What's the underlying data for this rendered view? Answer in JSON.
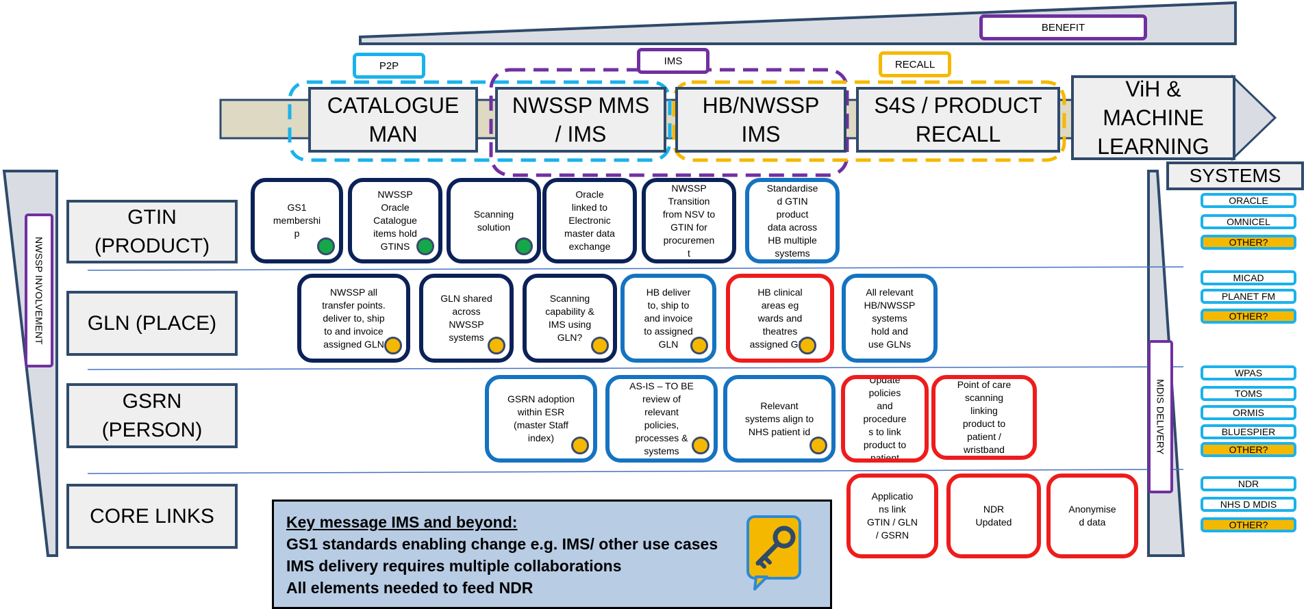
{
  "benefit_label": "BENEFIT",
  "phase_tags": {
    "p2p": "P2P",
    "ims": "IMS",
    "recall": "RECALL"
  },
  "stages": [
    {
      "line1": "CATALOGUE",
      "line2": "MAN"
    },
    {
      "line1": "NWSSP MMS",
      "line2": "/ IMS"
    },
    {
      "line1": "HB/NWSSP",
      "line2": "IMS"
    },
    {
      "line1": "S4S / PRODUCT",
      "line2": "RECALL"
    },
    {
      "line1": "ViH &",
      "line2": "MACHINE",
      "line3": "LEARNING"
    }
  ],
  "systems_title": "SYSTEMS",
  "involvement_label": "NWSSP INVOLVEMENT",
  "delivery_label": "MDIS DELIVERY",
  "rows": {
    "gtin": {
      "line1": "GTIN",
      "line2": "(PRODUCT)"
    },
    "gln": {
      "line1": "GLN (PLACE)"
    },
    "gsrn": {
      "line1": "GSRN",
      "line2": "(PERSON)"
    },
    "core": {
      "line1": "CORE LINKS"
    }
  },
  "gtin_cards": [
    [
      "GS1",
      "membershi",
      "p"
    ],
    [
      "NWSSP",
      "Oracle",
      "Catalogue",
      "items hold",
      "GTINS"
    ],
    [
      "Scanning",
      "solution"
    ],
    [
      "Oracle",
      "linked to",
      "Electronic",
      "master data",
      "exchange"
    ],
    [
      "NWSSP",
      "Transition",
      "from NSV to",
      "GTIN for",
      "procuremen",
      "t"
    ],
    [
      "Standardise",
      "d GTIN",
      "product",
      "data across",
      "HB multiple",
      "systems"
    ]
  ],
  "gln_cards": [
    [
      "NWSSP  all",
      "transfer points.",
      "deliver to, ship",
      "to and invoice",
      "assigned GLN"
    ],
    [
      "GLN shared",
      "across",
      "NWSSP",
      "systems"
    ],
    [
      "Scanning",
      "capability &",
      "IMS using",
      "GLN?"
    ],
    [
      "HB deliver",
      "to, ship to",
      "and invoice",
      "to assigned",
      "GLN"
    ],
    [
      "HB clinical",
      "areas eg",
      "wards and",
      "theatres",
      "assigned GLN"
    ],
    [
      "All relevant",
      "HB/NWSSP",
      "systems",
      "hold and",
      "use GLNs"
    ]
  ],
  "gsrn_cards": [
    [
      "GSRN adoption",
      "within ESR",
      "(master Staff",
      "index)"
    ],
    [
      "AS-IS – TO BE",
      "review of",
      "relevant",
      "policies,",
      "processes &",
      "systems"
    ],
    [
      "Relevant",
      "systems align to",
      "NHS patient id"
    ],
    [
      "Update",
      "policies",
      "and",
      "procedure",
      "s to link",
      "product to",
      "patient"
    ],
    [
      "Point of care",
      "scanning",
      "linking",
      "product to",
      "patient /",
      "wristband"
    ]
  ],
  "core_cards": [
    [
      "Applicatio",
      "ns link",
      "GTIN / GLN",
      "/ GSRN"
    ],
    [
      "NDR",
      "Updated"
    ],
    [
      "Anonymise",
      "d data"
    ]
  ],
  "systems": {
    "group1": [
      "ORACLE",
      "OMNICEL",
      "OTHER?"
    ],
    "group2": [
      "MICAD",
      "PLANET FM",
      "OTHER?"
    ],
    "group3": [
      "WPAS",
      "TOMS",
      "ORMIS",
      "BLUESPIER",
      "OTHER?"
    ],
    "group4": [
      "NDR",
      "NHS D MDIS",
      "OTHER?"
    ]
  },
  "key_message": {
    "heading": "Key message IMS and beyond:",
    "line1": "GS1 standards enabling change e.g. IMS/ other use cases",
    "line2": "IMS delivery requires multiple collaborations",
    "line3": "All elements needed to feed NDR"
  },
  "colors": {
    "navy": "#0b2158",
    "blue": "#1573c1",
    "red": "#ee1c1c",
    "cyan": "#1ab2ec",
    "purple": "#7030a0",
    "amber": "#f5b800",
    "green": "#14a84a",
    "stage_border": "#2f4a6b",
    "key_bg": "#b8cce4",
    "wedge": "#d9dde3"
  },
  "icons": {
    "key": "key-icon"
  }
}
